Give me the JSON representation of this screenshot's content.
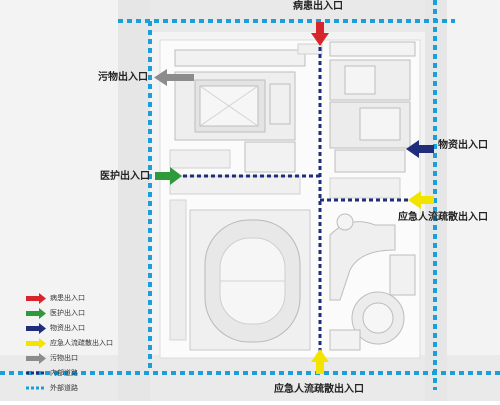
{
  "labels": {
    "top_entrance": "病患出入口",
    "waste_entrance": "污物出入口",
    "medical_entrance": "医护出入口",
    "supplies_entrance": "物资出入口",
    "emergency_right": "应急人流疏散出入口",
    "emergency_bottom": "应急人流疏散出入口"
  },
  "legend": [
    {
      "label": "病患出入口",
      "kind": "arrow",
      "color": "#d7262b"
    },
    {
      "label": "医护出入口",
      "kind": "arrow",
      "color": "#2e9a3c"
    },
    {
      "label": "物资出入口",
      "kind": "arrow",
      "color": "#1f2d7a"
    },
    {
      "label": "应急人流疏散出入口",
      "kind": "arrow",
      "color": "#f2e400"
    },
    {
      "label": "污物出口",
      "kind": "arrow",
      "color": "#8c8c8c"
    },
    {
      "label": "内部道路",
      "kind": "dash",
      "color": "#1f2d7a"
    },
    {
      "label": "外部道路",
      "kind": "dash",
      "color": "#1aa0d8"
    }
  ],
  "colors": {
    "patient": "#d7262b",
    "medical": "#2e9a3c",
    "supplies": "#1f2d7a",
    "emergency": "#f2e400",
    "waste": "#8c8c8c",
    "internal_road": "#1f2d7a",
    "external_road": "#1aa0d8"
  }
}
